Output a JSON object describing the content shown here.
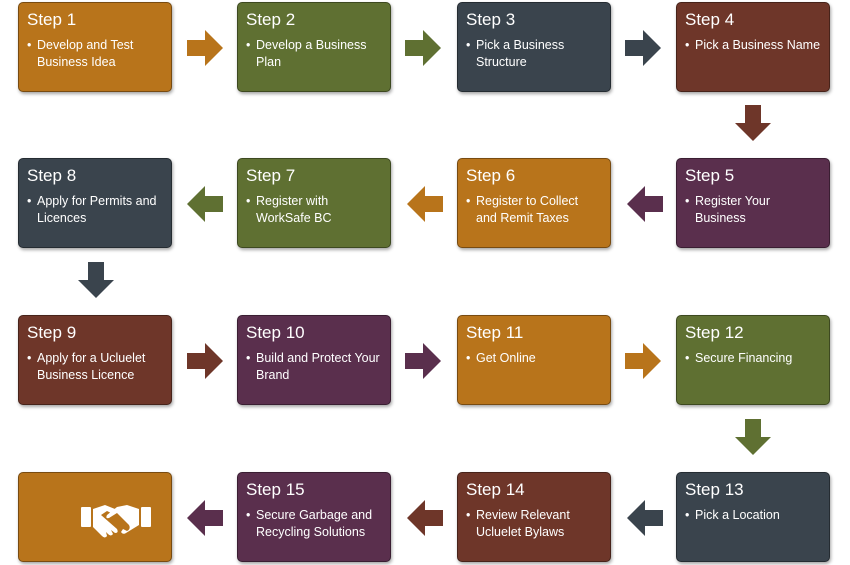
{
  "steps": [
    {
      "title": "Step 1",
      "text": "Develop and Test Business Idea",
      "color": "orange"
    },
    {
      "title": "Step 2",
      "text": "Develop a Business Plan",
      "color": "green"
    },
    {
      "title": "Step 3",
      "text": "Pick a Business Structure",
      "color": "slate"
    },
    {
      "title": "Step 4",
      "text": "Pick a Business Name",
      "color": "brown"
    },
    {
      "title": "Step 5",
      "text": "Register Your Business",
      "color": "purple"
    },
    {
      "title": "Step 6",
      "text": "Register to Collect and Remit Taxes",
      "color": "orange"
    },
    {
      "title": "Step 7",
      "text": "Register with WorkSafe BC",
      "color": "green"
    },
    {
      "title": "Step 8",
      "text": "Apply for Permits and Licences",
      "color": "slate"
    },
    {
      "title": "Step 9",
      "text": "Apply for a Ucluelet Business Licence",
      "color": "brown"
    },
    {
      "title": "Step 10",
      "text": "Build and Protect Your Brand",
      "color": "purple"
    },
    {
      "title": "Step 11",
      "text": "Get Online",
      "color": "orange"
    },
    {
      "title": "Step 12",
      "text": "Secure Financing",
      "color": "green"
    },
    {
      "title": "Step 13",
      "text": "Pick a Location",
      "color": "slate"
    },
    {
      "title": "Step 14",
      "text": "Review Relevant Ucluelet Bylaws",
      "color": "brown"
    },
    {
      "title": "Step 15",
      "text": "Secure Garbage and Recycling Solutions",
      "color": "purple"
    }
  ],
  "final": {
    "icon": "handshake-icon",
    "color": "orange"
  },
  "bullet": "•",
  "colors": {
    "orange": "#b8741b",
    "green": "#5f7032",
    "slate": "#3a444d",
    "brown": "#6e3629",
    "purple": "#5a2f4d"
  }
}
